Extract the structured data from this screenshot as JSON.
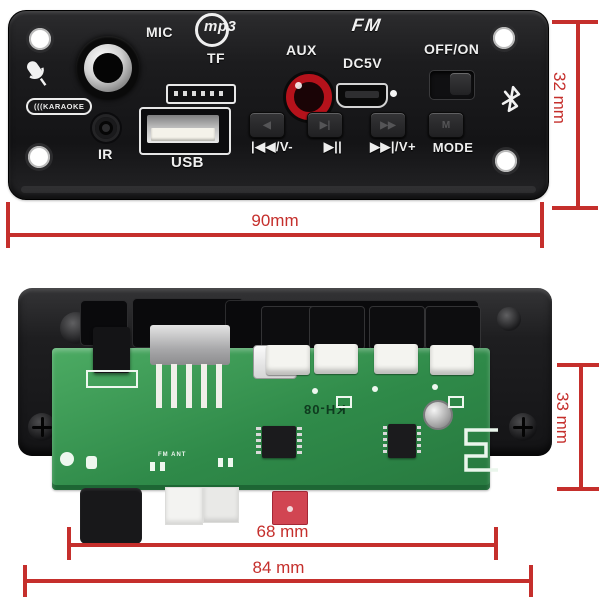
{
  "front_view": {
    "karaoke_badge": "(((KARAOKE",
    "mic_label": "MIC",
    "mp3_logo": "mp3",
    "tf_label": "TF",
    "aux_label": "AUX",
    "fm_logo": "FM",
    "dc5v_label": "DC5V",
    "power_label": "OFF/ON",
    "ir_label": "IR",
    "usb_label": "USB",
    "buttons": [
      {
        "etched_glyph": "◀",
        "label": "|◀◀/V-"
      },
      {
        "etched_glyph": "▶|",
        "label": "▶||"
      },
      {
        "etched_glyph": "▶▶",
        "label": "▶▶|/V+"
      },
      {
        "etched_glyph": "M",
        "label": "MODE"
      }
    ]
  },
  "rear_view": {
    "silkscreen_label": "KH-08",
    "antenna_label": "FM ANT"
  },
  "dimensions": {
    "front_width": "90mm",
    "front_height": "32 mm",
    "rear_height": "33 mm",
    "pcb_width": "68 mm",
    "rear_width": "84 mm"
  },
  "colors": {
    "dimension_red": "#c52f2c",
    "pcb_green": "#2f8a49",
    "panel_black": "#1d1d1f",
    "aux_jack_red": "#b5121b",
    "connector_red": "#d14552"
  }
}
